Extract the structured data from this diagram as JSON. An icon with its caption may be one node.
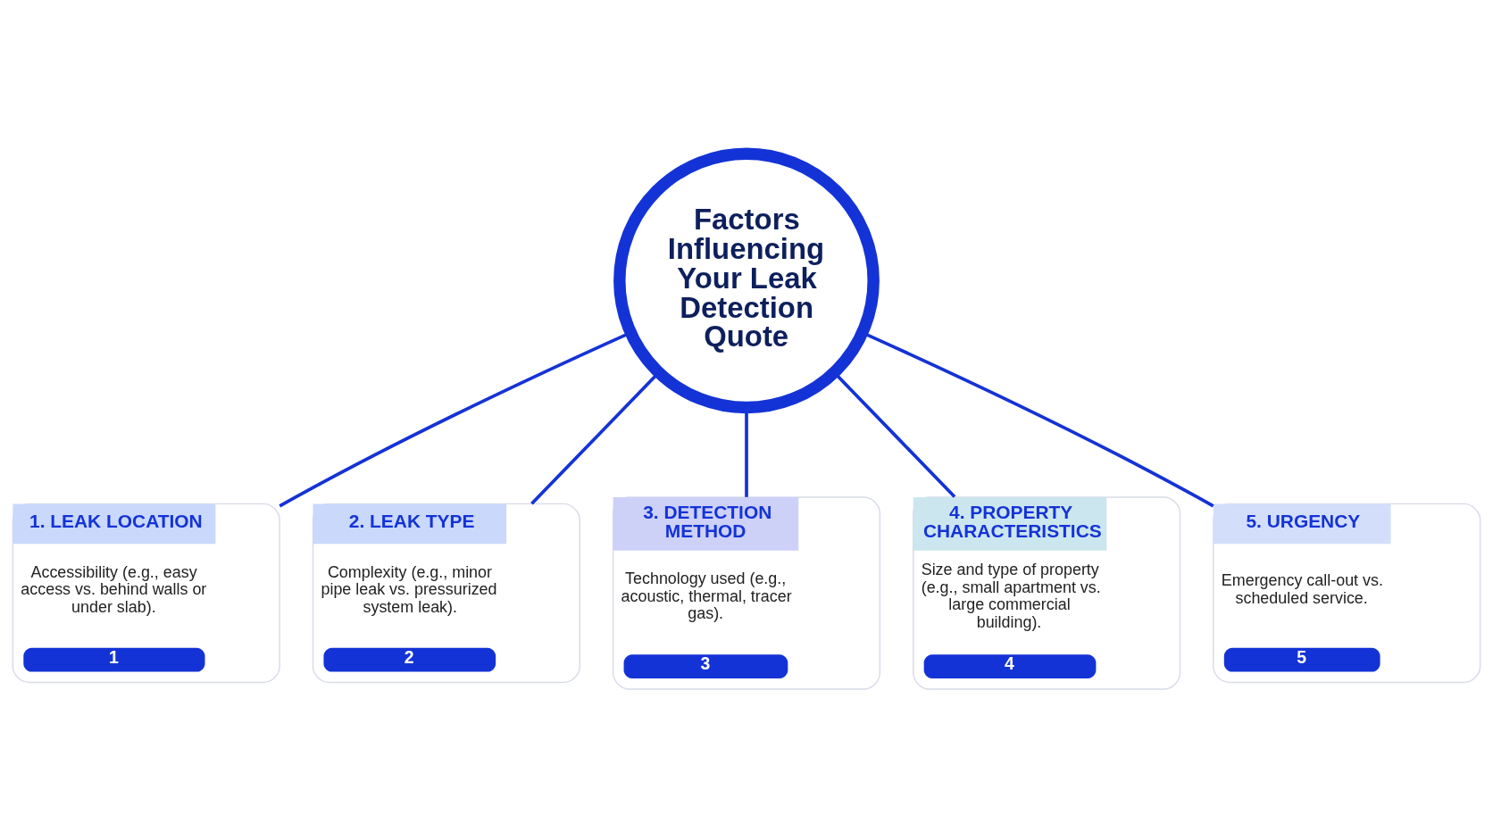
{
  "diagram": {
    "nodes": [
      {
        "text": [
          "Factors Influencing Your Leak Detection Quote"
        ]
      },
      {
        "text": [
          "1. LEAK LOCATION",
          "Accessibility (e.g., easy access vs. behind walls or under slab).",
          "1"
        ]
      },
      {
        "text": [
          "2. LEAK TYPE",
          "Complexity (e.g., minor pipe leak vs. pressurized system leak).",
          "2"
        ]
      },
      {
        "text": [
          "3. DETECTION METHOD",
          "Technology used (e.g., acoustic, thermal, tracer gas).",
          "3"
        ]
      },
      {
        "text": [
          "4. PROPERTY CHARACTERISTICS",
          "Size and type of property (e.g., small apartment vs. large commercial building).",
          "4"
        ]
      },
      {
        "text": [
          "5. URGENCY",
          "Emergency call-out vs. scheduled service.",
          "5"
        ]
      }
    ],
    "edges": [
      {
        "from": 0,
        "to": 1,
        "arrow": "none"
      },
      {
        "from": 0,
        "to": 2,
        "arrow": "none"
      },
      {
        "from": 0,
        "to": 3,
        "arrow": "none"
      },
      {
        "from": 0,
        "to": 4,
        "arrow": "none"
      },
      {
        "from": 0,
        "to": 5,
        "arrow": "none"
      }
    ]
  }
}
